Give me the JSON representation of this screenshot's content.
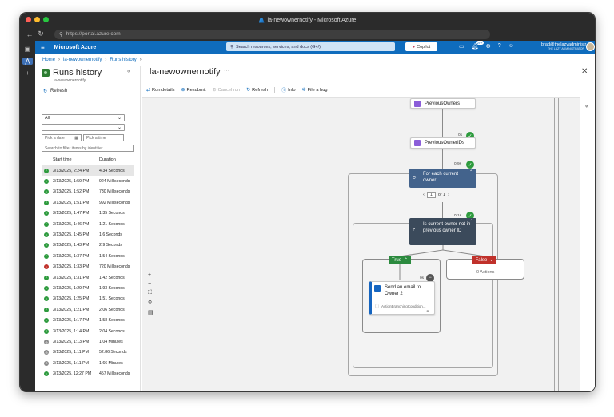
{
  "browser": {
    "tab_title": "la-newownernotify - Microsoft Azure",
    "url": "https://portal.azure.com"
  },
  "azure": {
    "brand": "Microsoft Azure",
    "search_placeholder": "Search resources, services, and docs (G+/)",
    "copilot_label": "Copilot",
    "notification_count": "20+",
    "user_name": "brad@thelazyadministr...",
    "user_org": "THE LAZY ADMINISTRATOR"
  },
  "breadcrumb": [
    "Home",
    "la-newownernotify",
    "Runs history"
  ],
  "runs_panel": {
    "title": "Runs history",
    "subtitle": "la-newownernotify",
    "refresh_label": "Refresh",
    "status_filter": "All",
    "second_filter": "",
    "start_date_placeholder": "Pick a date",
    "time_placeholder": "Pick a time",
    "search_placeholder": "Search to filter items by identifier",
    "col_start": "Start time",
    "col_duration": "Duration",
    "runs": [
      {
        "status": "ok",
        "time": "3/13/2025, 2:24 PM",
        "duration": "4.34 Seconds"
      },
      {
        "status": "ok",
        "time": "3/13/2025, 1:59 PM",
        "duration": "924 Milliseconds"
      },
      {
        "status": "ok",
        "time": "3/13/2025, 1:52 PM",
        "duration": "730 Milliseconds"
      },
      {
        "status": "ok",
        "time": "3/13/2025, 1:51 PM",
        "duration": "992 Milliseconds"
      },
      {
        "status": "ok",
        "time": "3/13/2025, 1:47 PM",
        "duration": "1.35 Seconds"
      },
      {
        "status": "ok",
        "time": "3/13/2025, 1:46 PM",
        "duration": "1.21 Seconds"
      },
      {
        "status": "ok",
        "time": "3/13/2025, 1:45 PM",
        "duration": "1.6 Seconds"
      },
      {
        "status": "ok",
        "time": "3/13/2025, 1:43 PM",
        "duration": "2.9 Seconds"
      },
      {
        "status": "ok",
        "time": "3/13/2025, 1:37 PM",
        "duration": "1.54 Seconds"
      },
      {
        "status": "fail",
        "time": "3/13/2025, 1:33 PM",
        "duration": "720 Milliseconds"
      },
      {
        "status": "ok",
        "time": "3/13/2025, 1:31 PM",
        "duration": "1.42 Seconds"
      },
      {
        "status": "ok",
        "time": "3/13/2025, 1:29 PM",
        "duration": "1.93 Seconds"
      },
      {
        "status": "ok",
        "time": "3/13/2025, 1:25 PM",
        "duration": "1.51 Seconds"
      },
      {
        "status": "ok",
        "time": "3/13/2025, 1:21 PM",
        "duration": "2.06 Seconds"
      },
      {
        "status": "ok",
        "time": "3/13/2025, 1:17 PM",
        "duration": "1.58 Seconds"
      },
      {
        "status": "ok",
        "time": "3/13/2025, 1:14 PM",
        "duration": "2.04 Seconds"
      },
      {
        "status": "cancel",
        "time": "3/13/2025, 1:13 PM",
        "duration": "1.04 Minutes"
      },
      {
        "status": "cancel",
        "time": "3/13/2025, 1:11 PM",
        "duration": "52.86 Seconds"
      },
      {
        "status": "cancel",
        "time": "3/13/2025, 1:11 PM",
        "duration": "1.66 Minutes"
      },
      {
        "status": "ok",
        "time": "3/13/2025, 12:27 PM",
        "duration": "457 Milliseconds"
      }
    ]
  },
  "designer": {
    "title": "la-newownernotify",
    "toolbar": {
      "run_details": "Run details",
      "resubmit": "Resubmit",
      "cancel_run": "Cancel run",
      "refresh": "Refresh",
      "info": "Info",
      "file_bug": "File a bug"
    },
    "nodes": {
      "previous_owners": "PreviousOwners",
      "previous_owner_ids": "PreviousOwnerIDs",
      "previous_owner_ids_duration": "0s",
      "for_each": "For each current owner",
      "for_each_duration": "0.9s",
      "pager_current": "1",
      "pager_total": "of 1",
      "condition": "Is current owner not in previous owner ID",
      "condition_duration": "0.1s",
      "true_label": "True",
      "false_label": "False",
      "false_actions": "0 Actions",
      "email": "Send an email to Owner 2",
      "email_duration": "0s",
      "email_sub": "ActionBranchingCondition..."
    }
  }
}
